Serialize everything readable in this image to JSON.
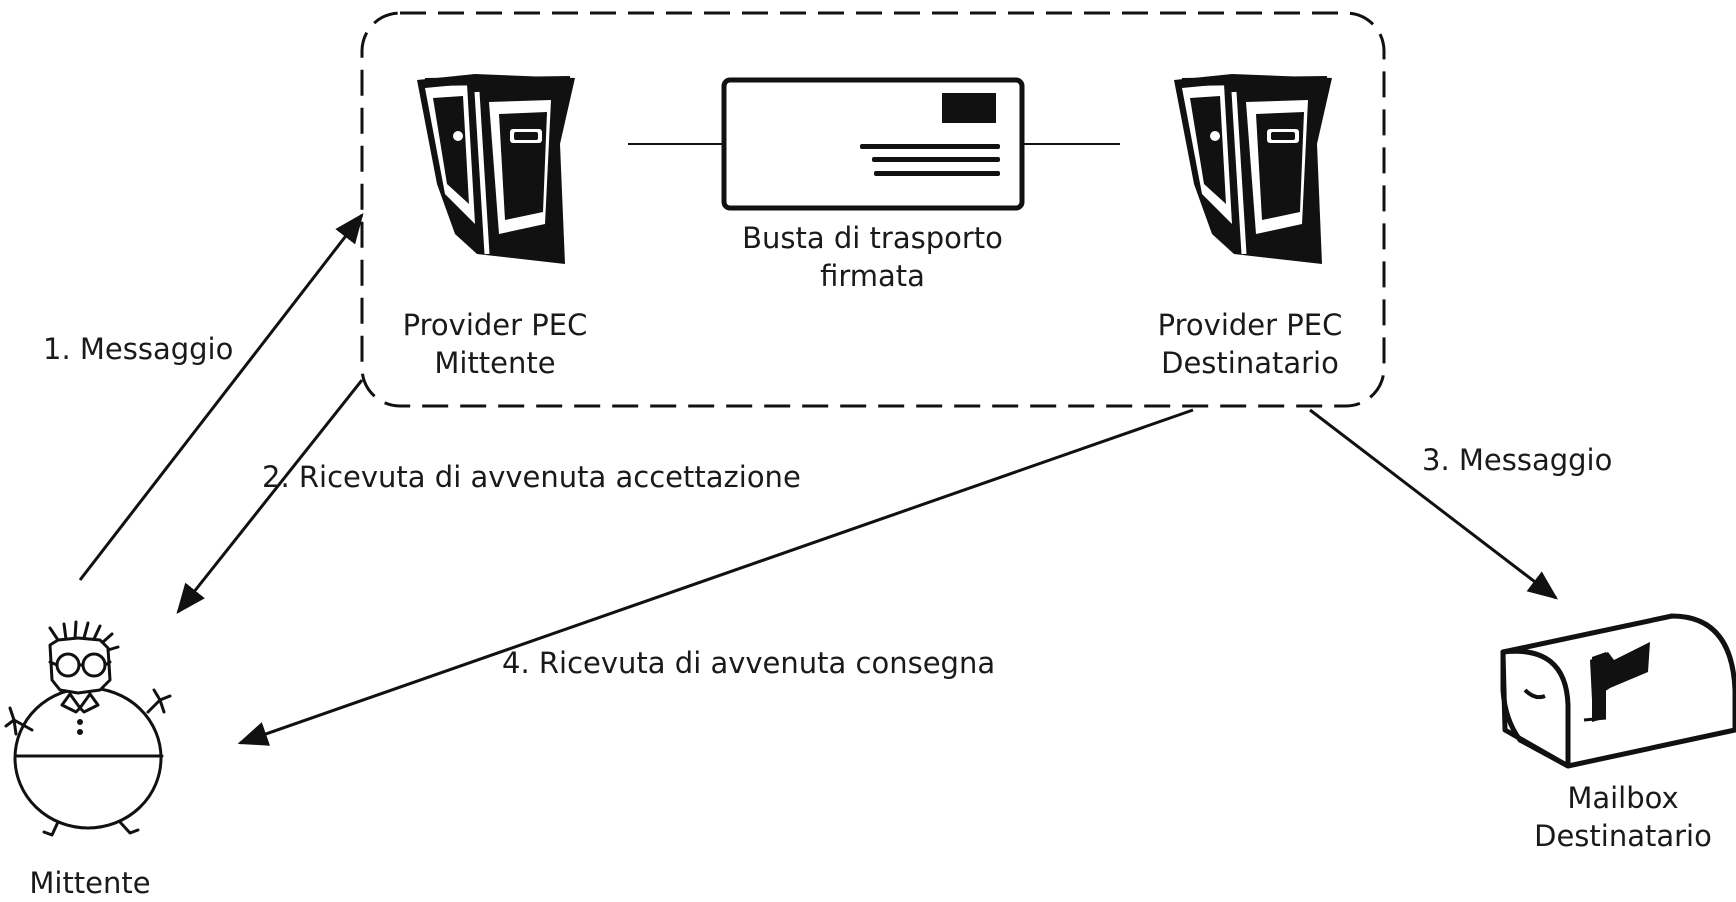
{
  "labels": {
    "envelope_line1": "Busta di trasporto",
    "envelope_line2": "firmata",
    "provider_sender_line1": "Provider PEC",
    "provider_sender_line2": "Mittente",
    "provider_recipient_line1": "Provider PEC",
    "provider_recipient_line2": "Destinatario",
    "step1": "1. Messaggio",
    "step2": "2. Ricevuta di avvenuta accettazione",
    "step3": "3. Messaggio",
    "step4": "4. Ricevuta di avvenuta consegna",
    "mailbox_line1": "Mailbox",
    "mailbox_line2": "Destinatario",
    "sender": "Mittente"
  },
  "icons": {
    "sender_server": "server-icon",
    "recipient_server": "server-icon",
    "envelope": "envelope-icon",
    "mailbox": "mailbox-icon",
    "person": "person-icon"
  },
  "colors": {
    "stroke": "#111111",
    "background": "#ffffff"
  }
}
